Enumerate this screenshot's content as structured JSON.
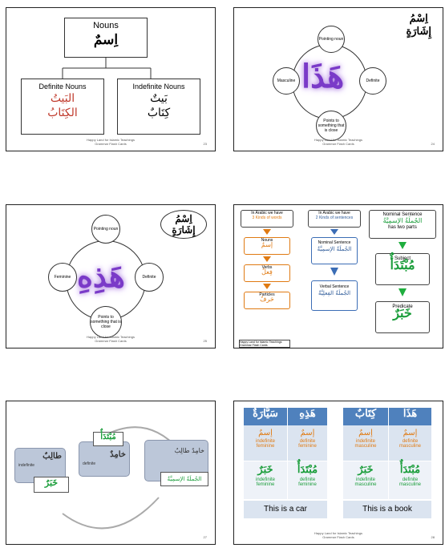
{
  "footer": {
    "line1": "Happy Land for Islamic Teachings",
    "line2": "Grammar Flash Cards"
  },
  "slides": {
    "s1": {
      "page": "23",
      "top_label": "Nouns",
      "top_ar": "اِسمٌ",
      "left_label": "Definite Nouns",
      "left_ar1": "البَيتُ",
      "left_ar2": "الكِتَابُ",
      "right_label": "Indefinite Nouns",
      "right_ar1": "بَيتٌ",
      "right_ar2": "كِتَابٌ"
    },
    "s2": {
      "page": "24",
      "title_ar1": "اِسْمُ",
      "title_ar2": "إِشَارَةٍ",
      "center_ar": "هَذَا",
      "top": "Pointing noun",
      "left": "Masculine",
      "right": "Definite",
      "bottom": "Points to something that is close"
    },
    "s3": {
      "page": "25",
      "title_ar1": "اِسْمُ",
      "title_ar2": "إِشَارَةٍ",
      "center_ar": "هَذِهِ",
      "top": "Pointing noun",
      "left": "Feminine",
      "right": "Definite",
      "bottom": "Points to something that is close"
    },
    "s4": {
      "col1_head": "In Arabic we have",
      "col1_head2": "3 Kinds of words",
      "nouns": "Nouns",
      "nouns_ar": "إسمٌ",
      "verbs": "Verbs",
      "verbs_ar": "فِعلٌ",
      "particles": "Particles",
      "particles_ar": "حَرفٌ",
      "col2_head": "In Arabic we have",
      "col2_head2": "2 Kinds of sentences",
      "nominal": "Nominal Sentence",
      "nominal_ar": "الجُملَةُ الإسمِيَّةُ",
      "verbal": "Verbal Sentence",
      "verbal_ar": "الجُملَةُ الفِعلِيَّةُ",
      "col3_head": "Nominal Sentence",
      "col3_ar": "الجُملَةُ الإسمِيَّةُ",
      "col3_sub": "has two parts",
      "subject": "Subject",
      "subject_ar": "مُبْتَدَأٌ",
      "predicate": "Predicate",
      "predicate_ar": "خَبَرٌ",
      "small_note": "Happy Land for Islamic Teachings Grammar Flash Cards"
    },
    "s5": {
      "page": "27",
      "card1_ar": "طالِبٌ",
      "card1_en": "indefinite",
      "card2_ar": "خامِدٌ",
      "card2_en": "definite",
      "card3_ar": "خامِدٌ طالِبٌ",
      "tag_top": "مُبْتَدَأٌ",
      "tag_bottom": "خَبَرٌ",
      "tag_right": "الجُملَةُ الإسمِيَّةُ"
    },
    "s6": {
      "page": "28",
      "h1": "سَيَّارَةٌ",
      "h2": "هَذِهِ",
      "h3": "كِتَابٌ",
      "h4": "هَذَا",
      "r1": [
        "إسمٌ",
        "إسمٌ",
        "إسمٌ",
        "إسمٌ"
      ],
      "r1_en": [
        "indefinite feminine",
        "definite feminine",
        "indefinite masculine",
        "definite masculine"
      ],
      "r2": [
        "خَبَرٌ",
        "مُبْتَدَأٌ",
        "خَبَرٌ",
        "مُبْتَدَأٌ"
      ],
      "r2_en": [
        "indefinite feminine",
        "definite feminine",
        "indefinite masculine",
        "definite masculine"
      ],
      "cap1": "This is a car",
      "cap2": "This is a book"
    }
  }
}
